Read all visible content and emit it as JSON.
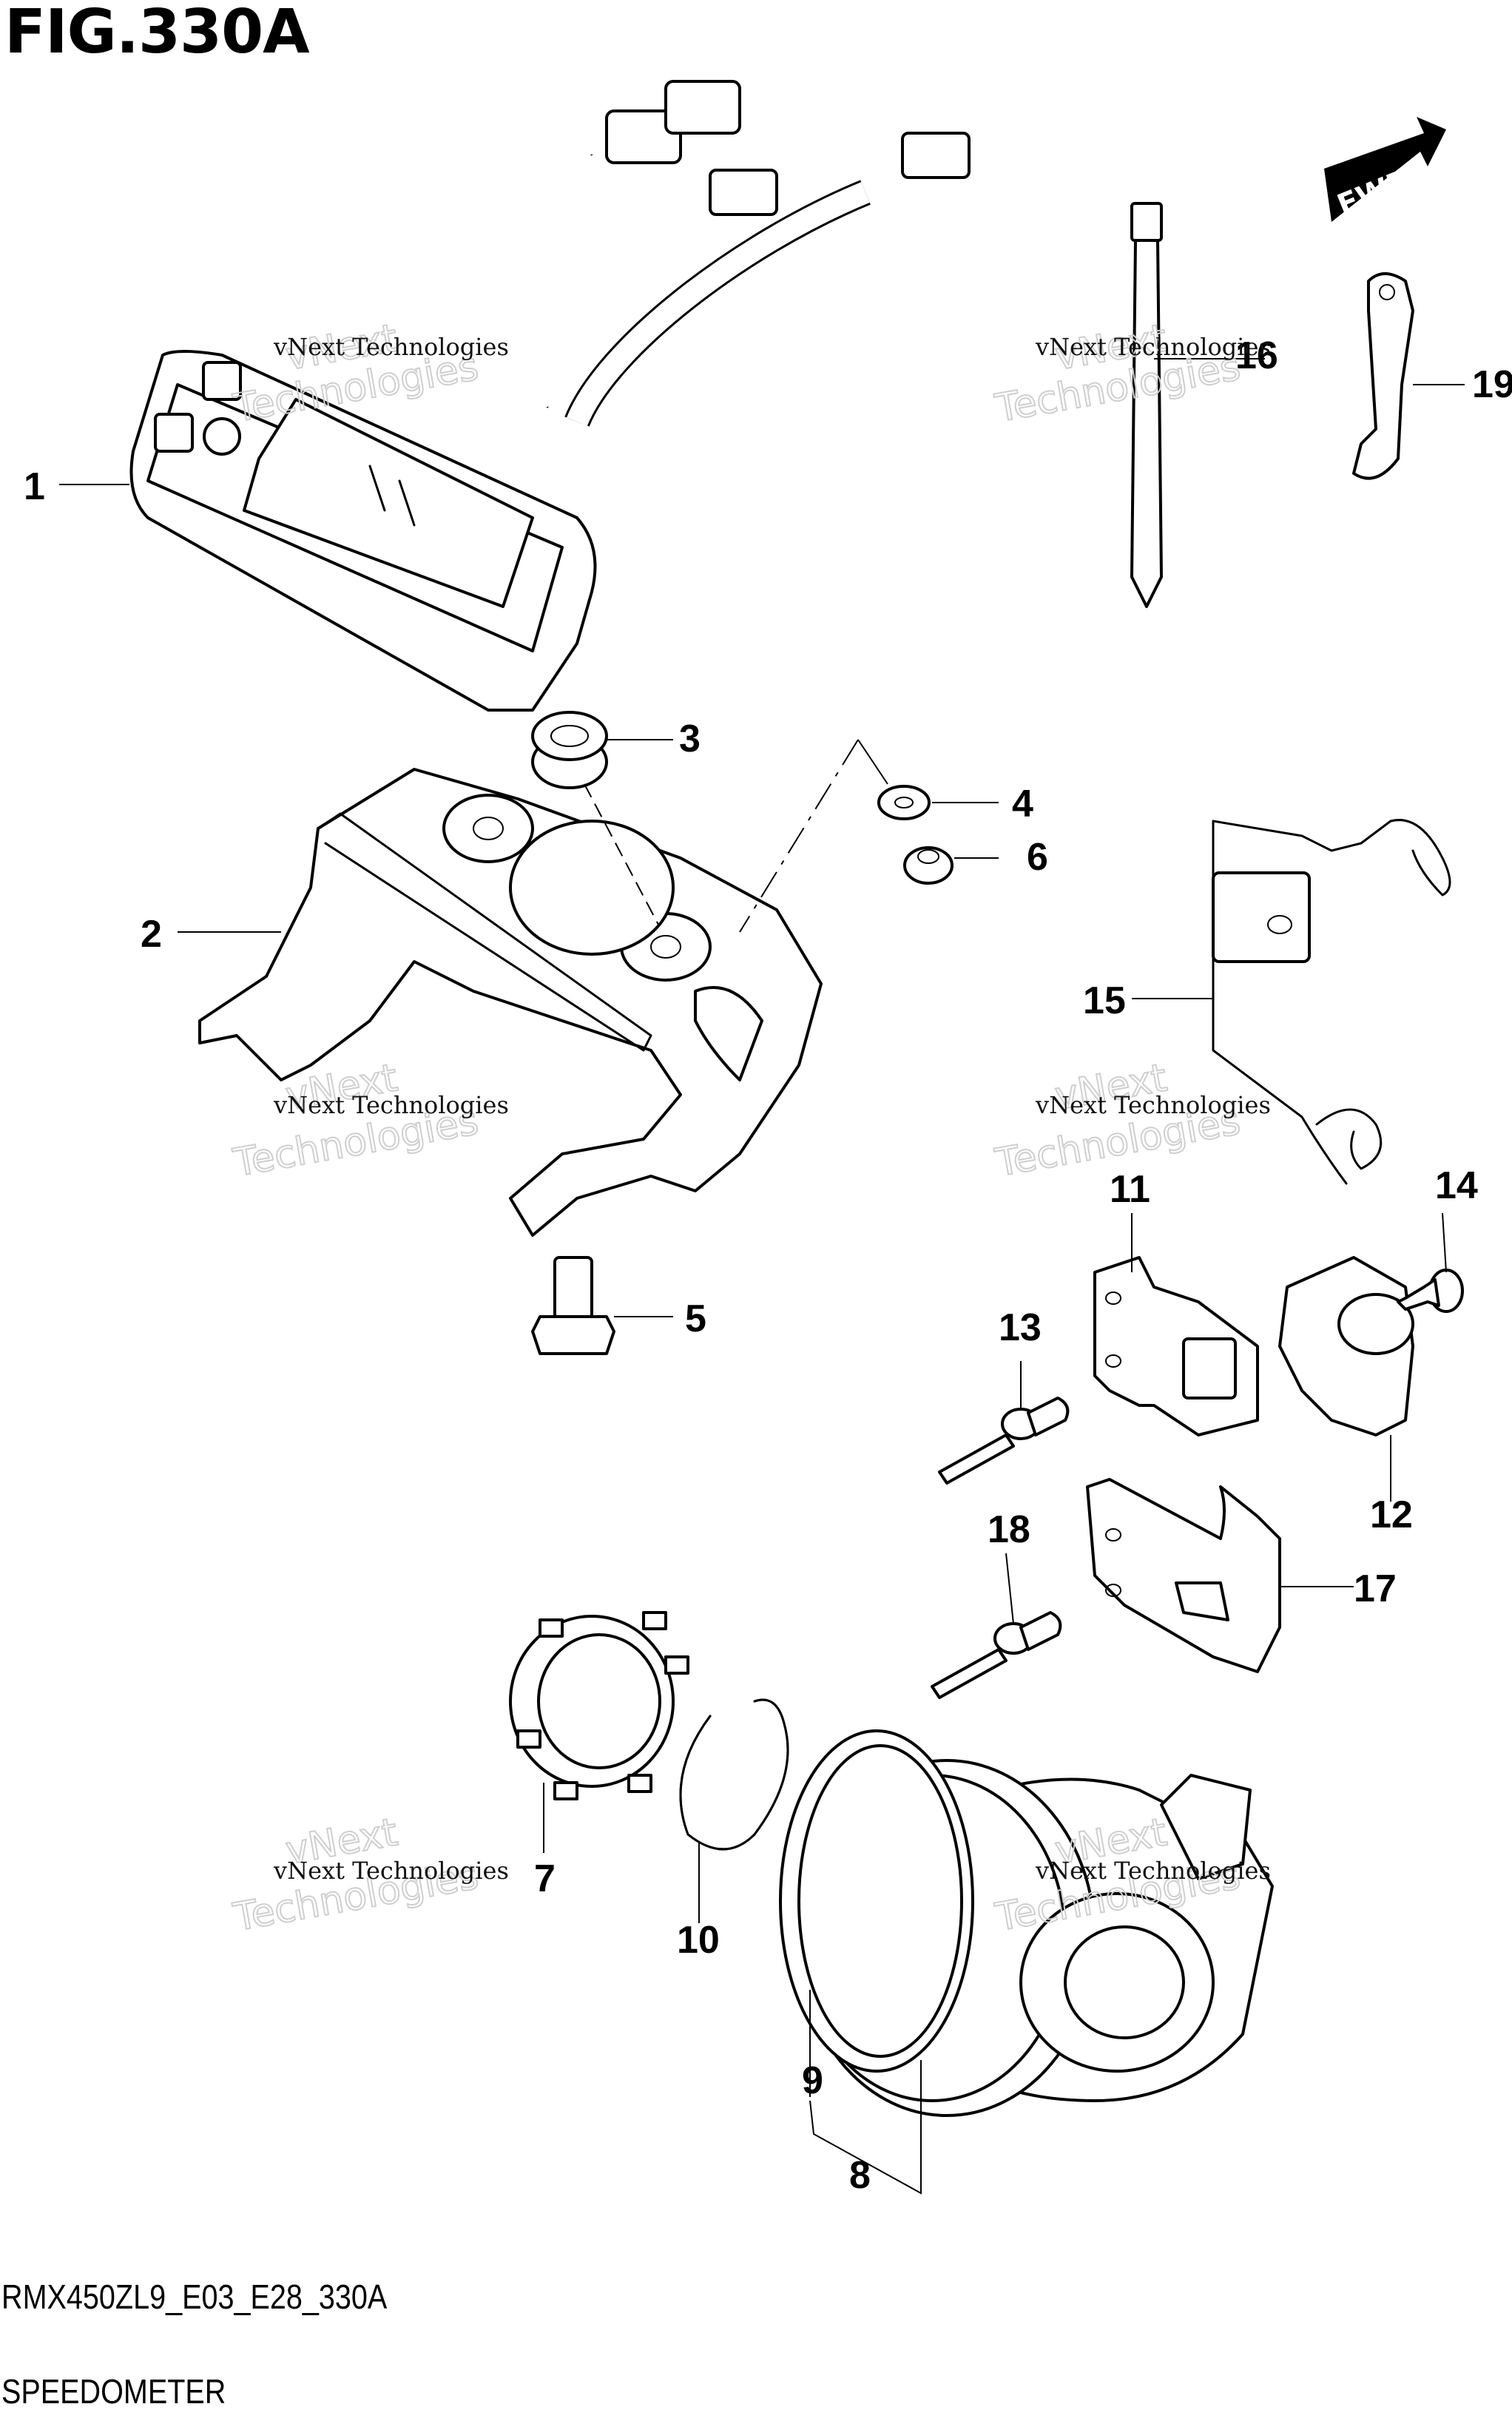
{
  "figure": {
    "title": "FIG.330A",
    "model_code": "RMX450ZL9_E03_E28_330A",
    "section": "SPEEDOMETER"
  },
  "direction_indicator": "FWD",
  "watermark": {
    "line1": "vNext Technologies",
    "line2": "vNext",
    "line3": "Technologies"
  },
  "callouts": [
    "1",
    "2",
    "3",
    "4",
    "5",
    "6",
    "7",
    "8",
    "9",
    "10",
    "11",
    "12",
    "13",
    "14",
    "15",
    "16",
    "17",
    "18",
    "19"
  ]
}
